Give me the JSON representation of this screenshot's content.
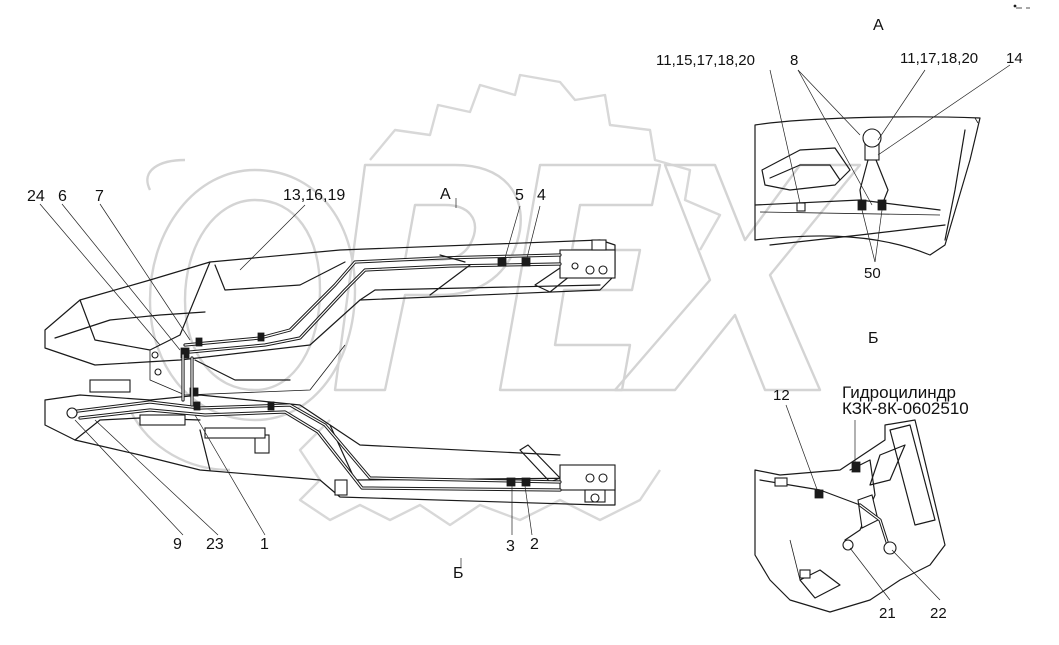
{
  "views": {
    "main_section_a": "А",
    "main_section_b": "Б",
    "detail_a_title": "А",
    "detail_b_title": "Б"
  },
  "cylinder": {
    "line1": "Гидроцилиндр",
    "line2": "КЗК-8К-0602510"
  },
  "callouts": {
    "p24": "24",
    "p6": "6",
    "p7": "7",
    "p13_16_19": "13,16,19",
    "p5": "5",
    "p4": "4",
    "p9": "9",
    "p23": "23",
    "p1": "1",
    "p3": "3",
    "p2": "2",
    "a_11_15_17_18_20": "11,15,17,18,20",
    "a_8": "8",
    "a_11_17_18_20": "11,17,18,20",
    "a_14": "14",
    "a_50": "50",
    "b_12": "12",
    "b_21": "21",
    "b_22": "22"
  },
  "watermark": {
    "brand": "OPEX"
  },
  "colors": {
    "line": "#1a1a1a",
    "watermark": "#d4d4d4",
    "background": "#ffffff"
  }
}
